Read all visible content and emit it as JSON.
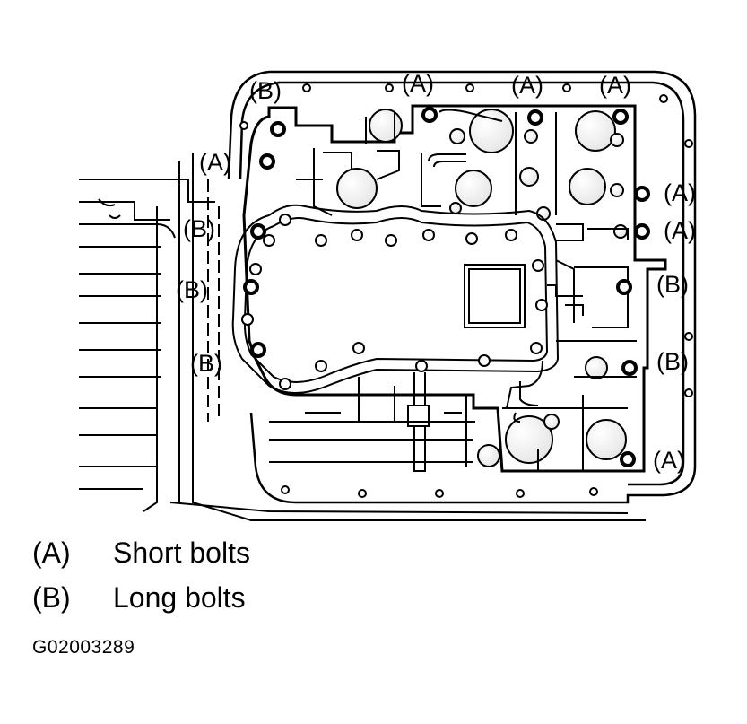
{
  "callouts": {
    "a": "(A)",
    "b": "(B)"
  },
  "legend": [
    {
      "code": "(A)",
      "text": "Short bolts"
    },
    {
      "code": "(B)",
      "text": "Long bolts"
    }
  ],
  "figure_id": "G02003289",
  "colors": {
    "ink": "#000000",
    "paper": "#ffffff"
  }
}
